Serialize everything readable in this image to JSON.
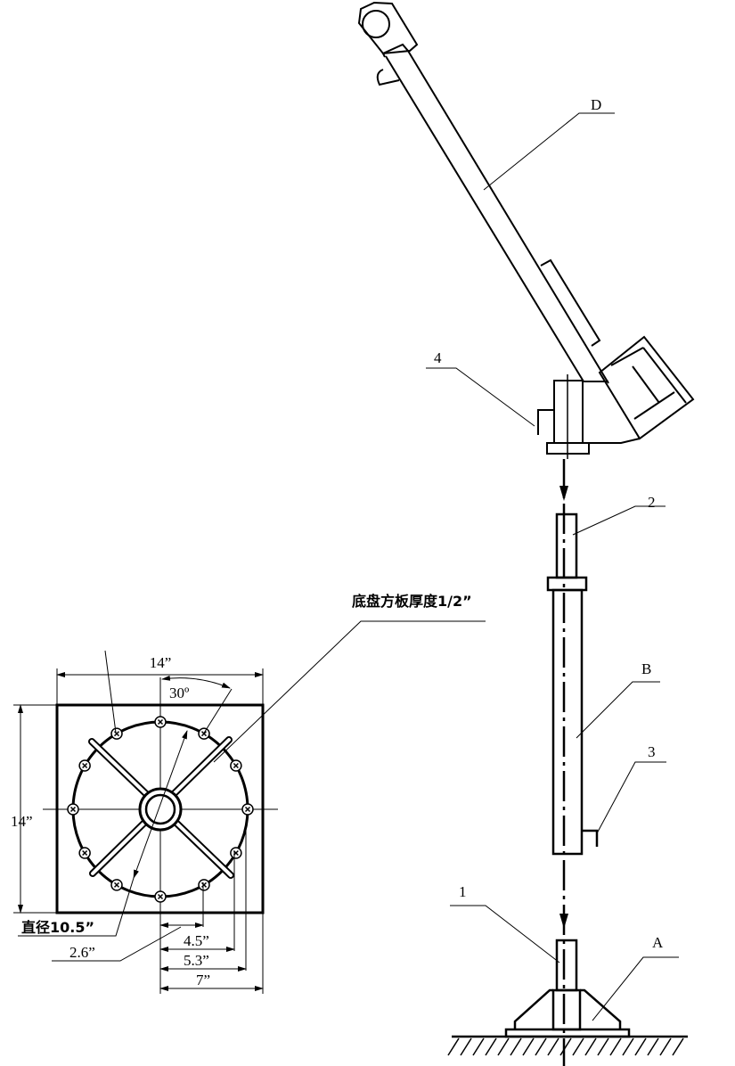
{
  "plate": {
    "width_label": "14”",
    "height_label": "14”",
    "angle_label": "30º",
    "diameter_label": "直径10.5”",
    "offset_label": "2.6”",
    "dim_4_5": "4.5”",
    "dim_5_3": "5.3”",
    "dim_7": "7”",
    "thickness_note": "底盘方板厚度1/2”",
    "bolt_count": 12
  },
  "parts": {
    "D": "D",
    "4": "4",
    "2": "2",
    "B": "B",
    "3": "3",
    "1": "1",
    "A": "A"
  },
  "colors": {
    "line": "#000000",
    "background": "#ffffff"
  }
}
